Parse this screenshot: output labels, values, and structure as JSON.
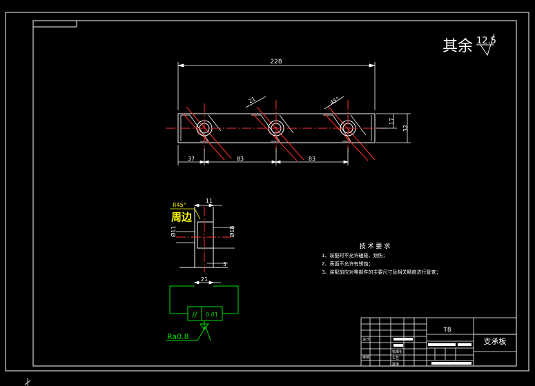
{
  "roughness_note": {
    "prefix": "其余",
    "value": "12.5"
  },
  "top_view": {
    "overall_length": "228",
    "left_offset": "37",
    "pitch_1": "83",
    "pitch_2": "83",
    "height": "32",
    "inner_height": "17",
    "chamfer_1": "21",
    "chamfer_2": "45°"
  },
  "section_view": {
    "chamfer_label": "R45°",
    "edge_note": "周边",
    "top_width": "11",
    "left_dim": "Ø11",
    "right_dim": "Ø18",
    "bottom_small": "3",
    "bottom_width": "21",
    "tolerance_symbol": "//",
    "tolerance_value": "0.01",
    "roughness": "Ra0.8"
  },
  "tech_requirements": {
    "title": "技 术 要 求",
    "items": [
      "1、装配时不允许磕碰、划伤；",
      "2、表面不允许有锈蚀；",
      "3、装配前应对零部件的主要尺寸及相关精度进行复查；"
    ]
  },
  "title_block": {
    "material": "T8",
    "part_name": "支承板",
    "labels": [
      "设计",
      "标准化",
      "审核",
      "工艺",
      "批准"
    ]
  },
  "colors": {
    "line": "#ffffff",
    "center": "#ff3030",
    "hatch": "#ff3030",
    "tolerance": "#00e000",
    "note": "#ffff00"
  }
}
